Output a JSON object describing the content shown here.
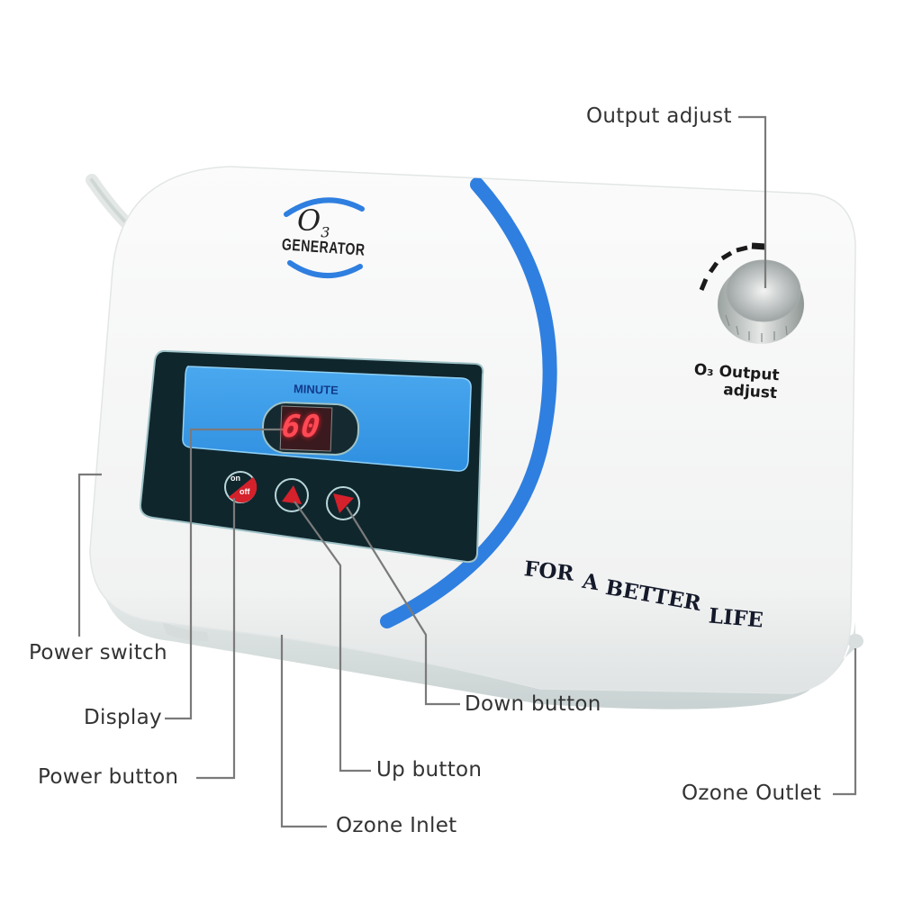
{
  "device": {
    "logo": {
      "o3": "O",
      "sub": "3",
      "word": "GENERATOR"
    },
    "display": {
      "caption": "MINUTE",
      "value": "60"
    },
    "buttons": {
      "on": "on",
      "off": "off"
    },
    "knob_label": {
      "line1": "O₃ Output",
      "line2": "adjust"
    },
    "slogan": [
      "FOR",
      "A",
      "BETTER",
      "LIFE"
    ]
  },
  "callouts": {
    "output_adjust": "Output adjust",
    "power_switch": "Power switch",
    "display": "Display",
    "power_button": "Power button",
    "down_button": "Down button",
    "up_button": "Up button",
    "ozone_inlet": "Ozone Inlet",
    "ozone_outlet": "Ozone Outlet"
  },
  "colors": {
    "accent_blue": "#2f7fe0",
    "panel_dark": "#10262d",
    "panel_blue": "#3c9ce8",
    "segment_red": "#ff3a46",
    "leader_gray": "#7a7a7a",
    "body_white": "#f4f5f5"
  }
}
